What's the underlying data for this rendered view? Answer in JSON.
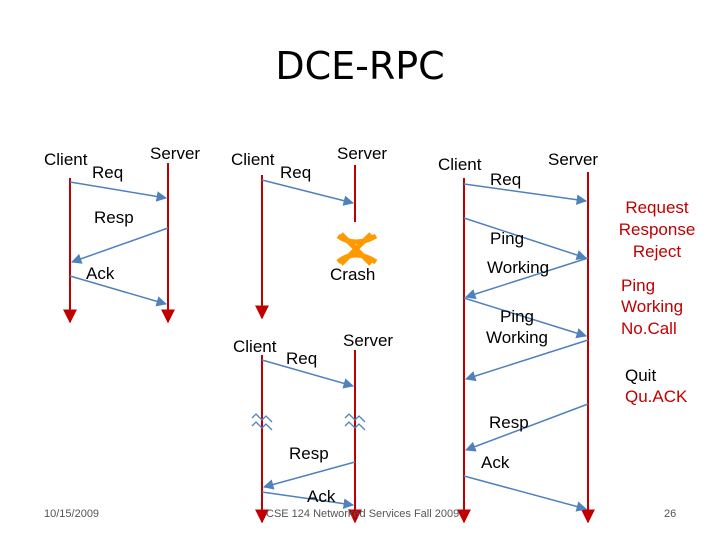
{
  "title": "DCE-RPC",
  "panel1": {
    "client": "Client",
    "server": "Server",
    "req": "Req",
    "resp": "Resp",
    "ack": "Ack"
  },
  "panel2": {
    "client": "Client",
    "server": "Server",
    "req": "Req",
    "crash": "Crash",
    "client2": "Client",
    "server2": "Server",
    "req2": "Req",
    "resp": "Resp",
    "ack": "Ack"
  },
  "panel3": {
    "client": "Client",
    "server": "Server",
    "req": "Req",
    "ping1": "Ping",
    "working1": "Working",
    "ping2": "Ping",
    "working2": "Working",
    "resp": "Resp",
    "ack": "Ack"
  },
  "notes": {
    "note1": [
      "Request",
      "Response",
      "Reject"
    ],
    "note2": [
      "Ping",
      "Working",
      "No.Call"
    ],
    "note3": [
      "Quit",
      "Qu.ACK"
    ]
  },
  "footer": {
    "date": "10/15/2009",
    "course": "CSE 124 Networked Services Fall 2009",
    "page": "26"
  },
  "colors": {
    "lifeline": "#c00000",
    "message": "#4f81bd",
    "crash": "#ff9900",
    "note": "#c00000"
  }
}
